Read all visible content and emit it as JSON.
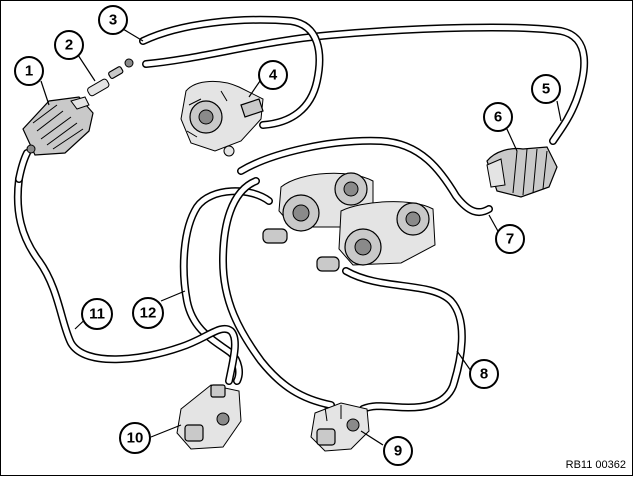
{
  "diagram": {
    "reference_code": "RB11 00362",
    "callouts": [
      "1",
      "2",
      "3",
      "4",
      "5",
      "6",
      "7",
      "8",
      "9",
      "10",
      "11",
      "12"
    ]
  }
}
